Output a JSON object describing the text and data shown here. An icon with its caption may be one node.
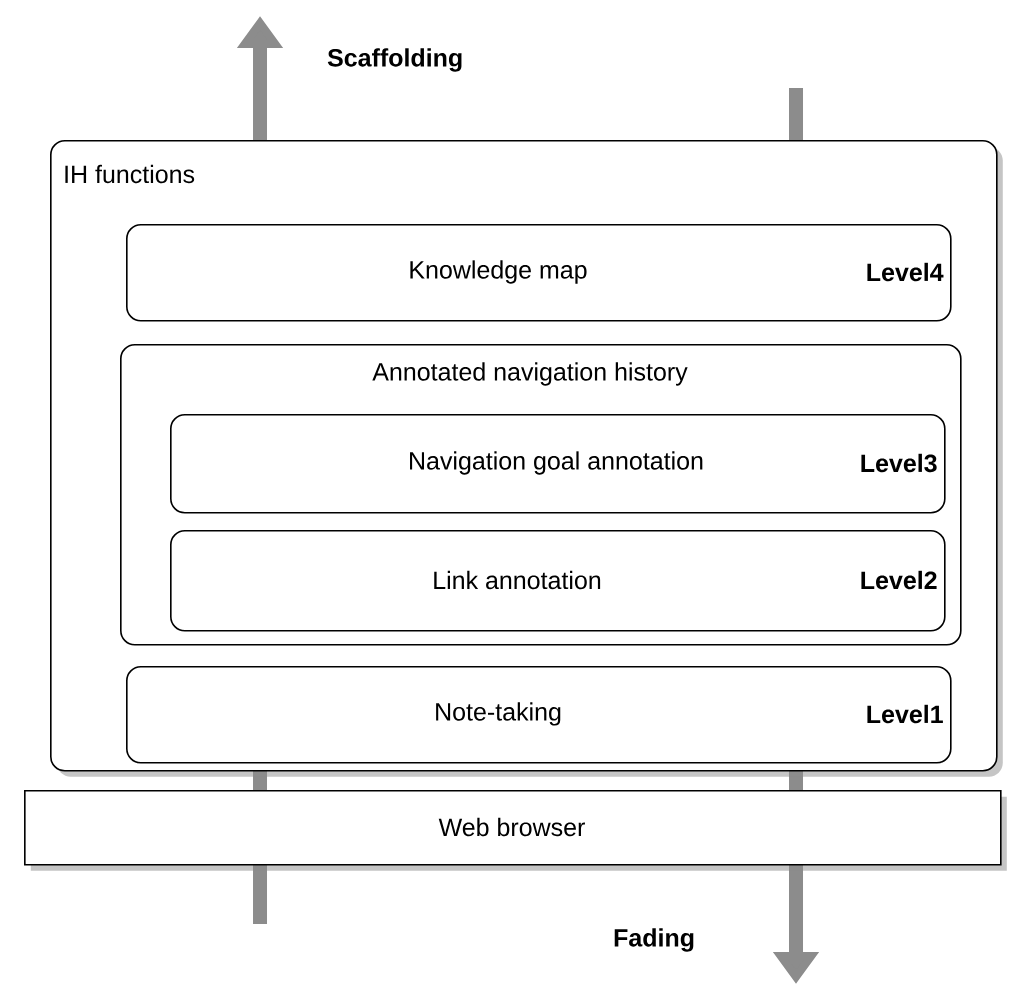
{
  "diagram": {
    "nodes": [
      {
        "text": [
          "IH functions"
        ]
      },
      {
        "text": [
          "Knowledge map",
          "Level4"
        ],
        "in": 0
      },
      {
        "text": [
          "Annotated navigation history"
        ],
        "in": 0
      },
      {
        "text": [
          "Navigation goal annotation",
          "Level3"
        ],
        "in": 2
      },
      {
        "text": [
          "Link annotation",
          "Level2"
        ],
        "in": 2
      },
      {
        "text": [
          "Note-taking",
          "Level1"
        ],
        "in": 0
      },
      {
        "text": [
          "Web browser"
        ]
      }
    ],
    "edges": [],
    "labels": [
      "Scaffolding",
      "Fading"
    ]
  }
}
